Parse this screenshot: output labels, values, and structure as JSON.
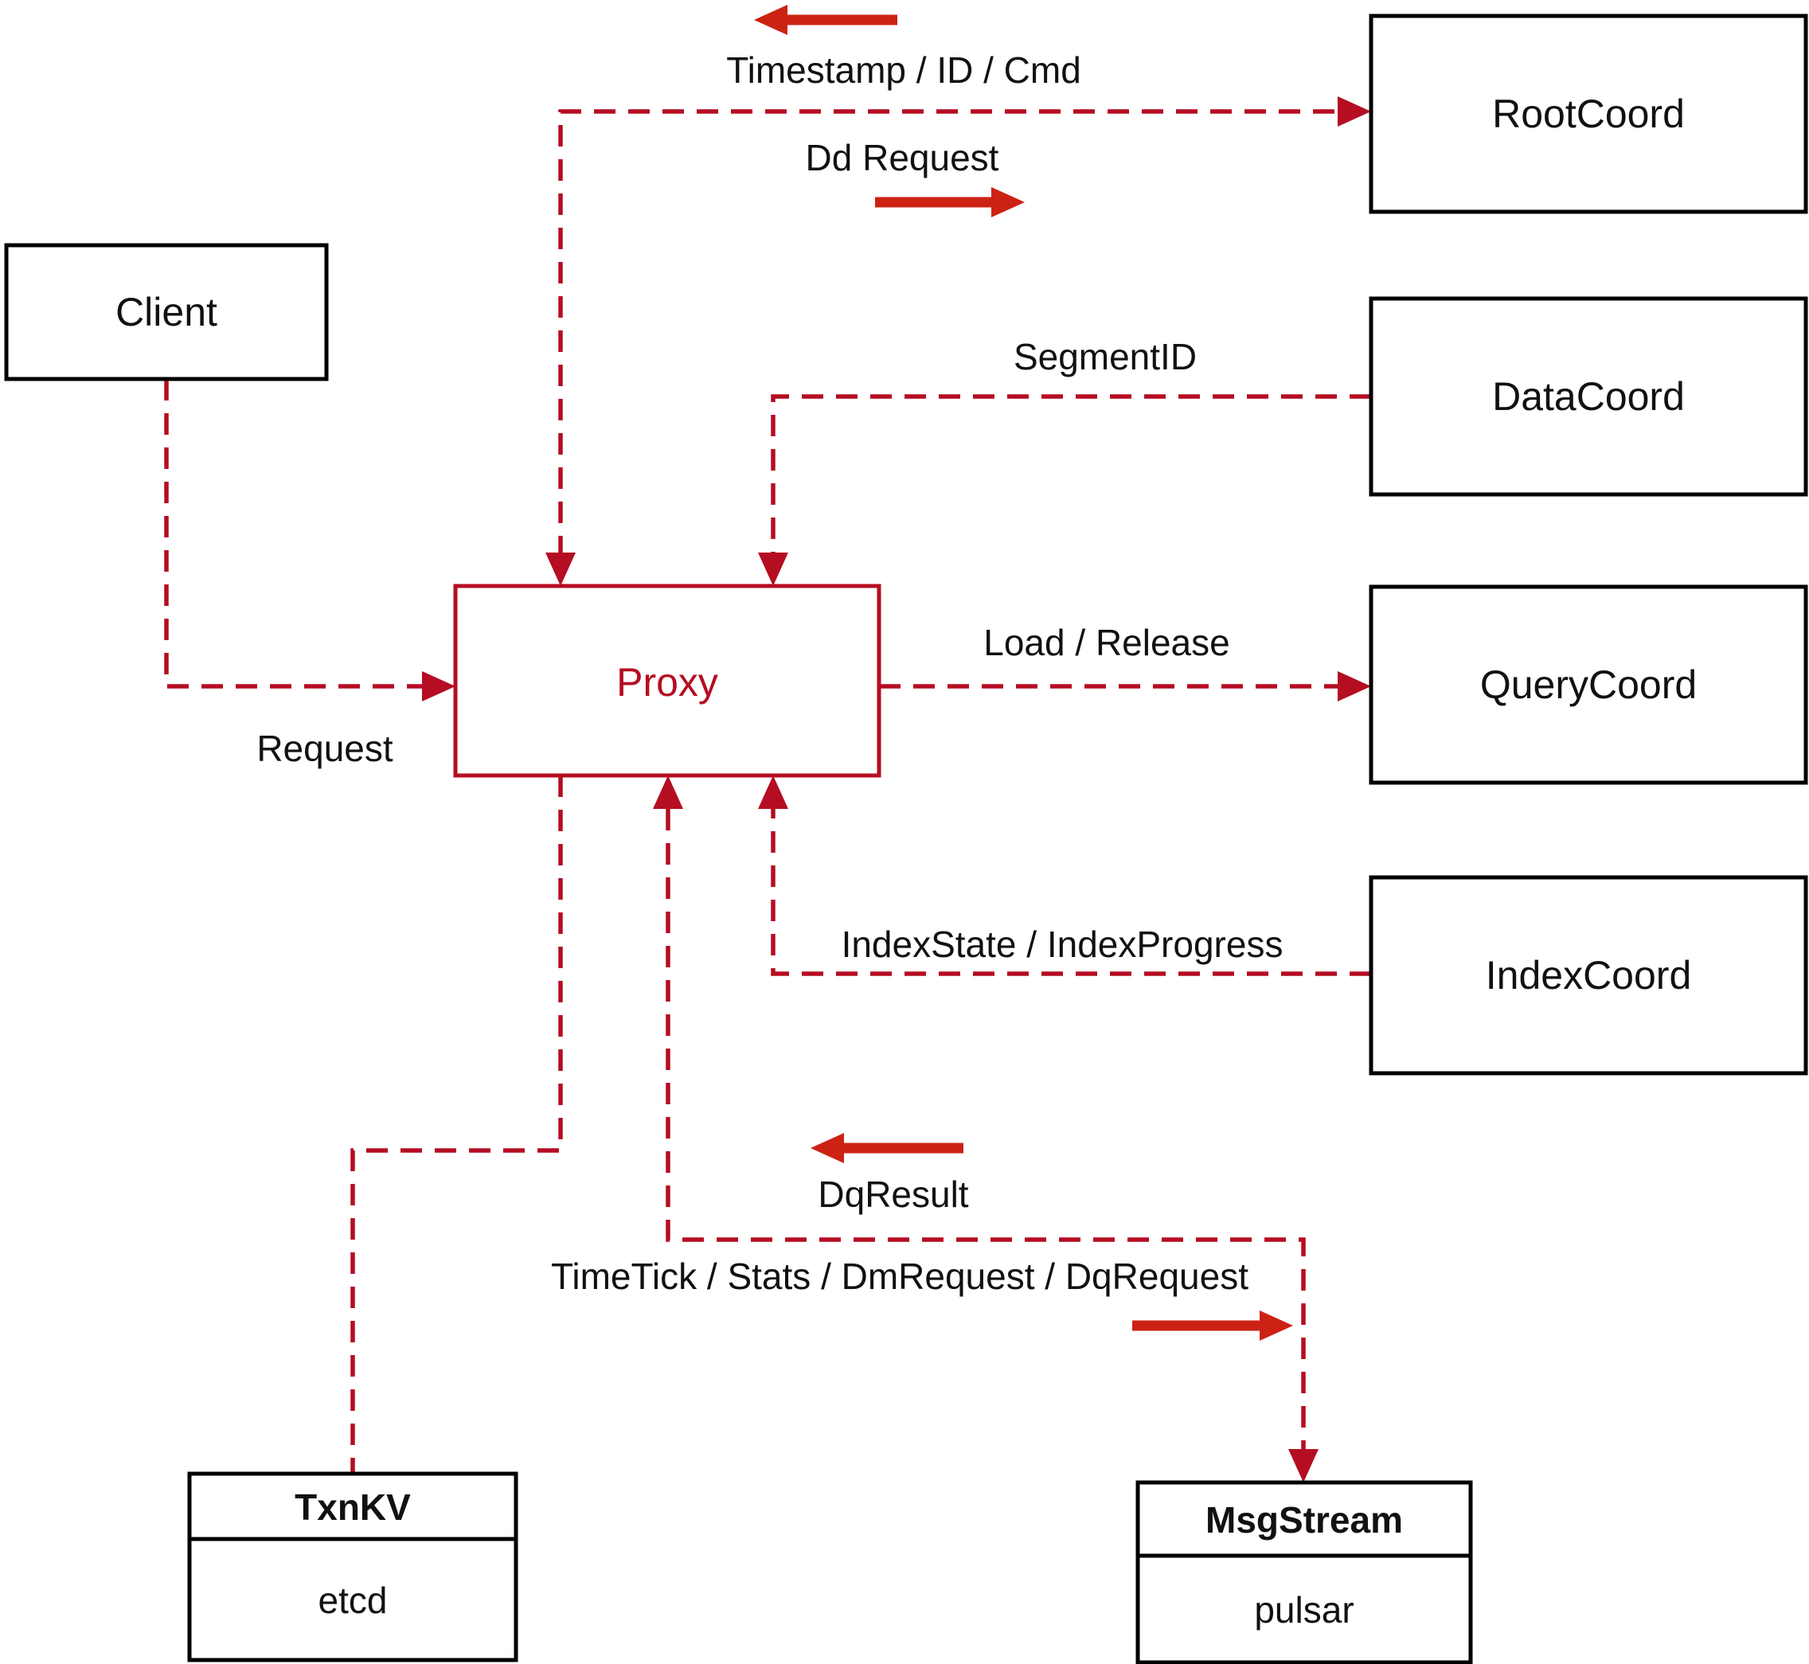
{
  "diagram": {
    "title_hint": "Milvus proxy communication diagram",
    "nodes": {
      "client": "Client",
      "root_coord": "RootCoord",
      "data_coord": "DataCoord",
      "query_coord": "QueryCoord",
      "index_coord": "IndexCoord",
      "proxy": "Proxy"
    },
    "storage_nodes": {
      "txnkv_title": "TxnKV",
      "txnkv_impl": "etcd",
      "msgstream_title": "MsgStream",
      "msgstream_impl": "pulsar"
    },
    "edge_labels": {
      "timestamp_id_cmd": "Timestamp / ID / Cmd",
      "dd_request": "Dd Request",
      "segment_id": "SegmentID",
      "request": "Request",
      "load_release": "Load / Release",
      "index_state_progress": "IndexState / IndexProgress",
      "dq_result": "DqResult",
      "timetick_stats": "TimeTick / Stats / DmRequest / DqRequest"
    },
    "colors": {
      "dashed_line_red": "#b50d22",
      "solid_arrow_red": "#cc2214",
      "box_border_black": "#000000",
      "proxy_red": "#b50d22",
      "label_black": "#111111",
      "background": "#ffffff"
    }
  }
}
